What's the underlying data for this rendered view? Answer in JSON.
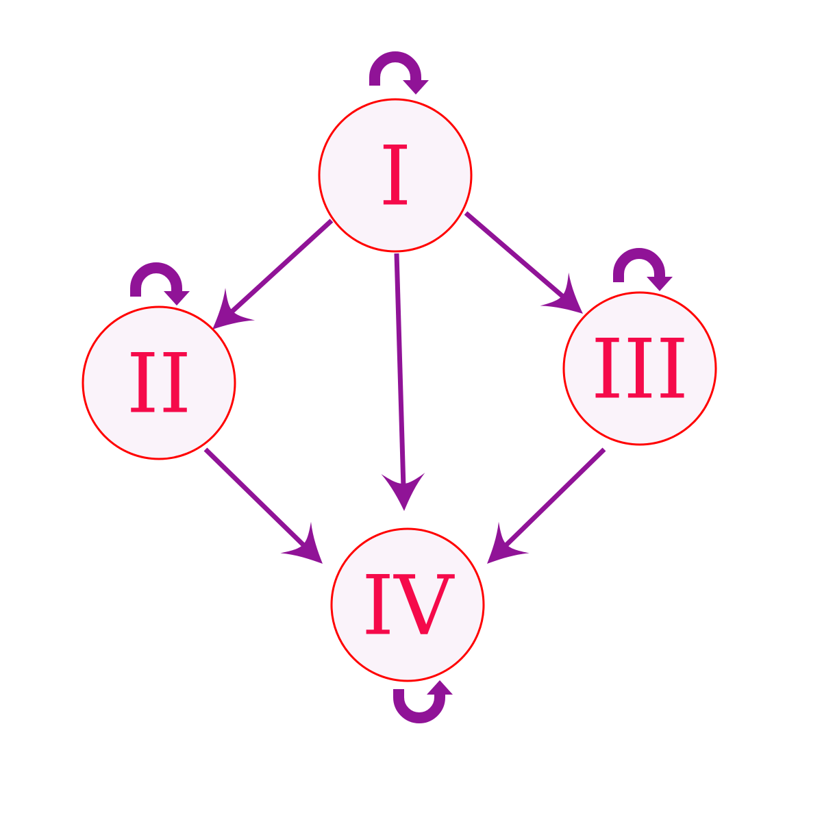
{
  "diagram": {
    "type": "state-transition-graph",
    "nodes": [
      {
        "id": "I",
        "label": "I",
        "self_loop": true
      },
      {
        "id": "II",
        "label": "II",
        "self_loop": true
      },
      {
        "id": "III",
        "label": "III",
        "self_loop": true
      },
      {
        "id": "IV",
        "label": "IV",
        "self_loop": true
      }
    ],
    "edges": [
      {
        "from": "I",
        "to": "II"
      },
      {
        "from": "I",
        "to": "IV"
      },
      {
        "from": "I",
        "to": "III"
      },
      {
        "from": "II",
        "to": "IV"
      },
      {
        "from": "III",
        "to": "IV"
      }
    ],
    "colors": {
      "edge": "#901397",
      "node_stroke": "#FF0000",
      "node_fill": "#FAF3FA",
      "label": "#F50A4A"
    }
  }
}
